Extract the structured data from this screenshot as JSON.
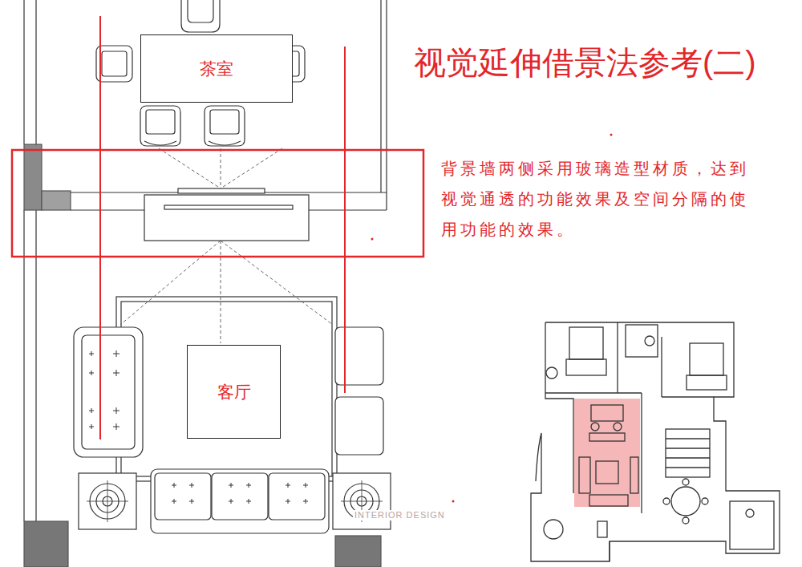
{
  "diagram": {
    "title": "视觉延伸借景法参考(二)",
    "nodes": [
      {
        "text": [
          "茶室"
        ]
      },
      {
        "text": [
          "客厅"
        ]
      }
    ],
    "labels": [
      "背景墙两侧采用玻璃造型材质，达到视觉通透的功能效果及空间分隔的使用功能的效果。",
      "INTERIOR DESIGN"
    ]
  }
}
